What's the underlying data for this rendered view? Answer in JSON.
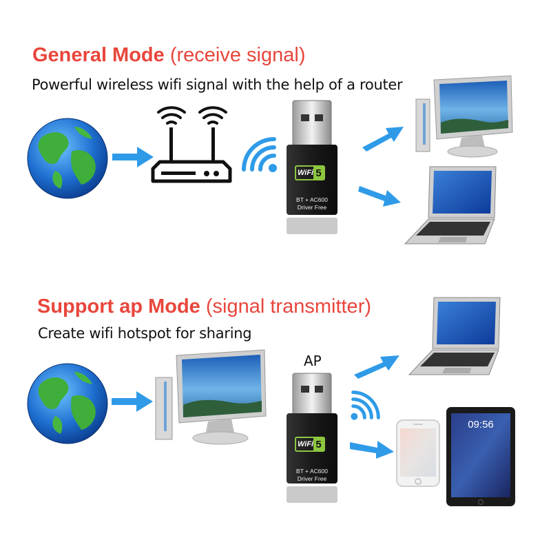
{
  "colors": {
    "accent_red": "#e8463c",
    "arrow_blue": "#2f9be8",
    "signal_blue": "#2f9be8",
    "dongle_body": "#1c1c1c",
    "badge_green": "#8dc63f"
  },
  "general_mode": {
    "title": "General Mode",
    "subtitle": "(receive signal)",
    "description": "Powerful wireless wifi signal with the help of a router"
  },
  "ap_mode": {
    "title": "Support ap Mode",
    "subtitle": "(signal transmitter)",
    "description": "Create wifi hotspot for sharing",
    "ap_label": "AP"
  },
  "dongle": {
    "badge_text": "WiFi",
    "badge_number": "5",
    "line1": "BT + AC600",
    "line2": "Driver Free"
  },
  "tablet_clock": "09:56",
  "icons": [
    "globe-icon",
    "router-icon",
    "wifi-signal-icon",
    "usb-dongle-icon",
    "desktop-pc-icon",
    "laptop-icon",
    "smartphone-icon",
    "tablet-icon",
    "arrow-right-icon"
  ]
}
